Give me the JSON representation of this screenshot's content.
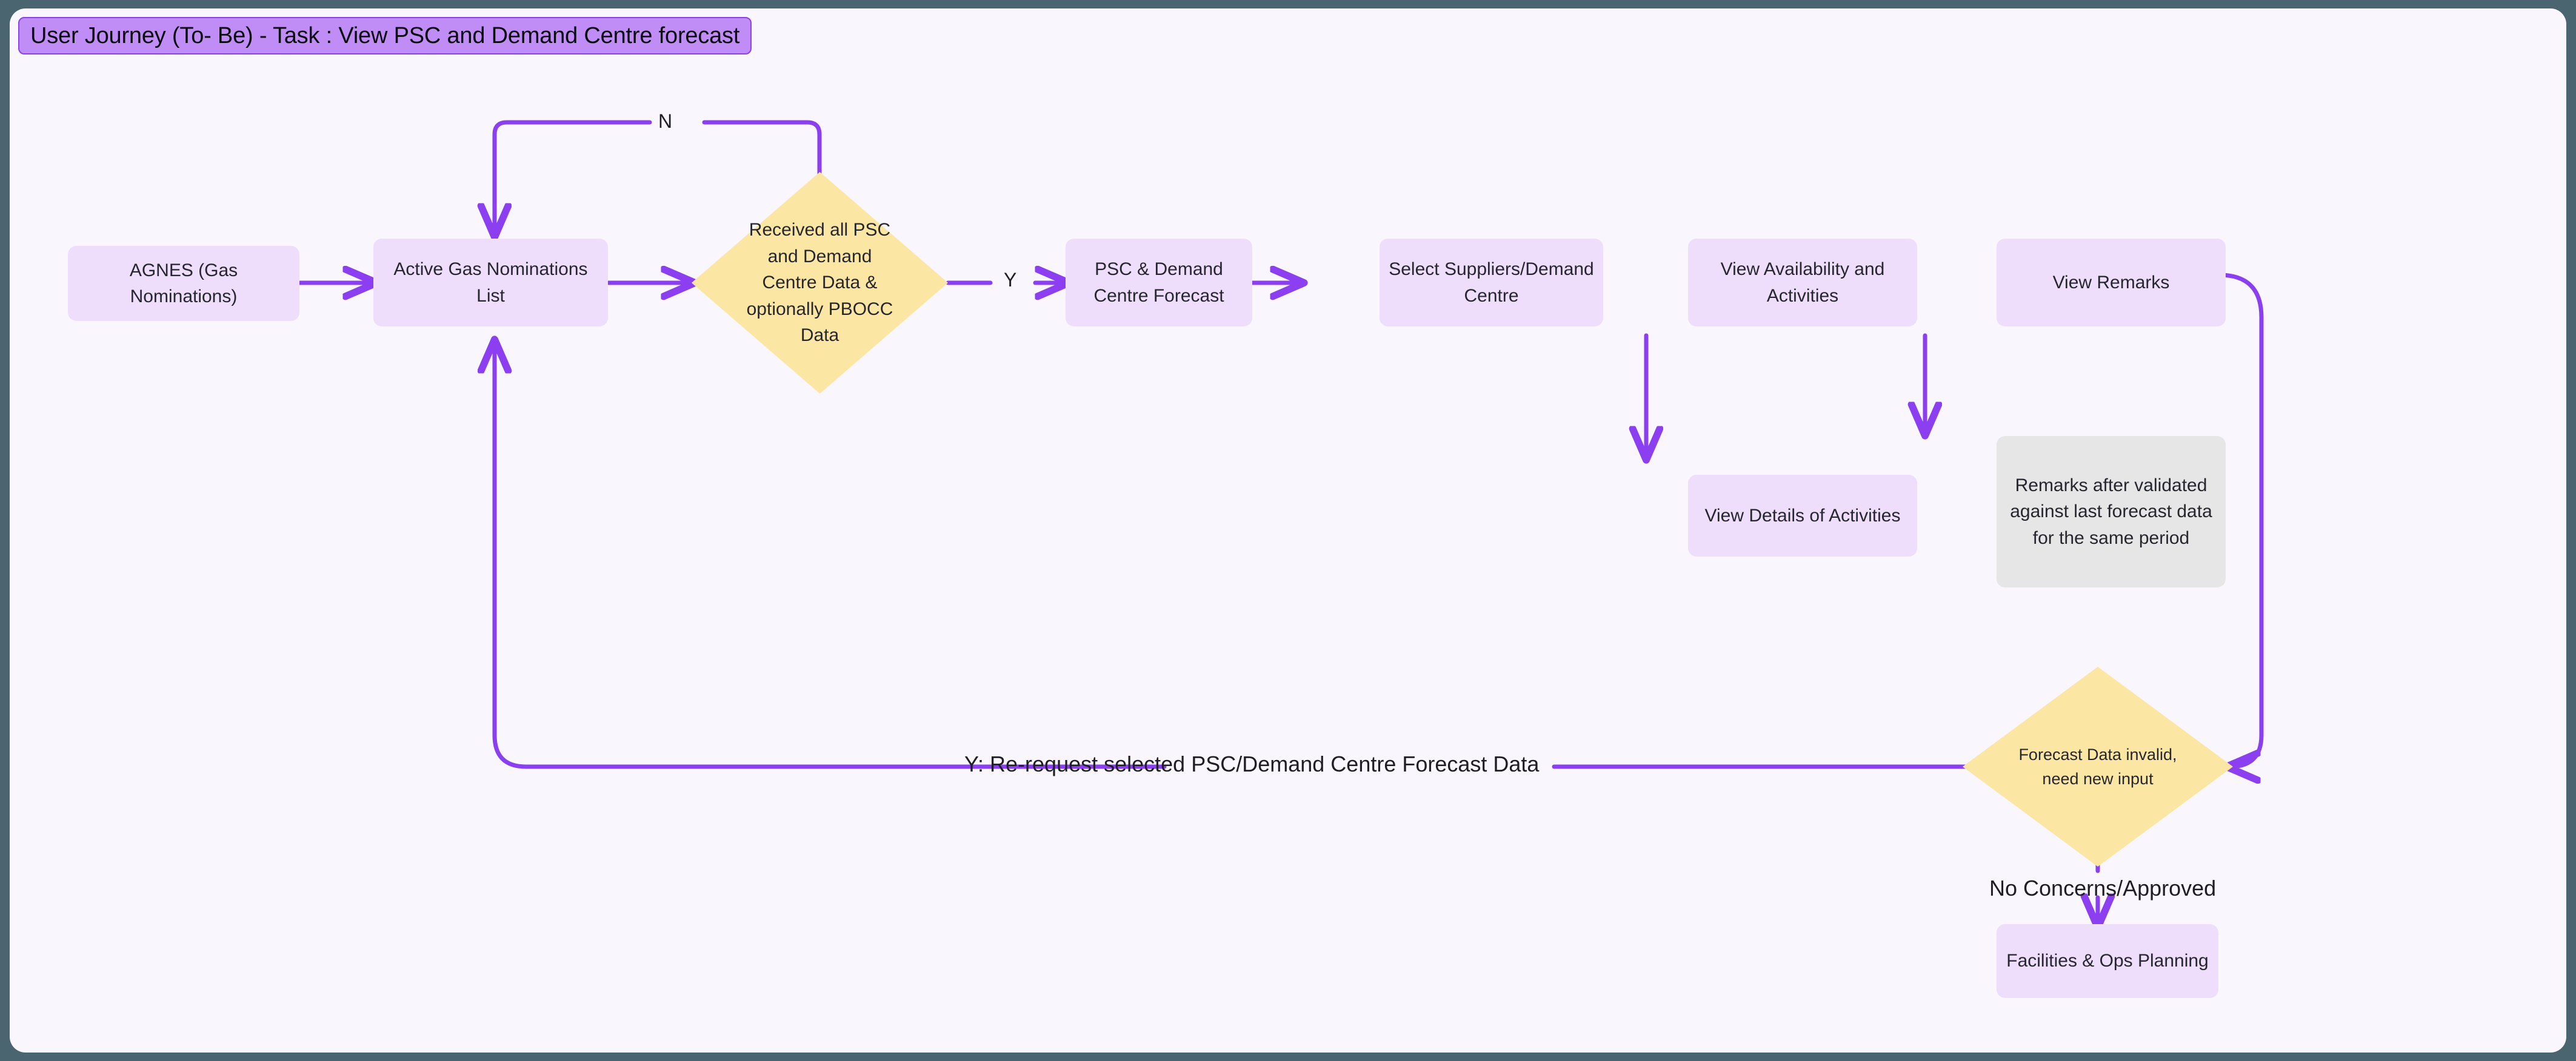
{
  "title": {
    "text": "User Journey (To- Be) - Task : View PSC and Demand Centre forecast",
    "background": "#c08cf5",
    "border": "#8b3ff0"
  },
  "theme": {
    "frame_color": "#4a6470",
    "canvas_color": "#faf6fe",
    "process_fill": "#eeddfb",
    "decision_fill": "#fce6a4",
    "note_fill": "#e6e6e6",
    "edge_color": "#8b3ff0",
    "text_color": "#26262e"
  },
  "nodes": {
    "agnes": "AGNES (Gas Nominations)",
    "active_list": "Active Gas Nominations List",
    "decision_received": "Received all PSC and Demand Centre Data & optionally PBOCC Data",
    "psc_forecast": "PSC & Demand Centre Forecast",
    "select_suppliers": "Select Suppliers/Demand Centre",
    "view_availability": "View Availability and Activities",
    "view_remarks": "View Remarks",
    "view_details": "View Details of Activities",
    "remarks_note": "Remarks after validated against last forecast data for the same period",
    "decision_forecast_invalid": "Forecast Data invalid, need new input",
    "facilities_ops": "Facilities & Ops Planning"
  },
  "edge_labels": {
    "no": "N",
    "yes": "Y",
    "re_request": "Y: Re-request selected PSC/Demand Centre Forecast Data",
    "approved": "No Concerns/Approved"
  }
}
